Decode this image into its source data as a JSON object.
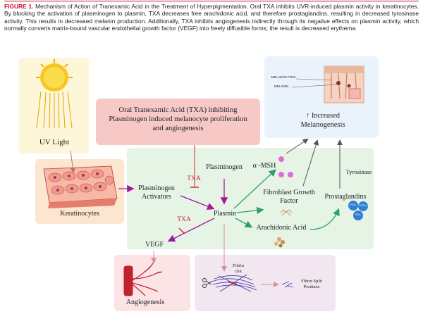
{
  "caption": {
    "figure_label": "FIGURE 1.",
    "text": "Mechanism of Action of Tranexamic Acid in the Treatment of Hyperpigmentation. Oral TXA inhibits UVR-induced plasmin activity in keratinocytes. By blocking the activation of plasminogen to plasmin, TXA decreases free arachidonic acid, and therefore prostaglandins, resulting in decreased tyrosinase activity. This results in decreased melanin production. Additionally, TXA inhibits angiogenesis indirectly through its negative effects on plasmin activity, which normally converts matrix-bound vascular endothelial growth factor (VEGF) into freely diffusible forms; the result is decreased erythema."
  },
  "diagram": {
    "uv_light": "UV Light",
    "keratinocytes": "Keratinocytes",
    "txa_box": "Oral Tranexamic Acid (TXA) inhibiting Plasminogen induced melanocyte proliferation and angiogenesis",
    "plasminogen_activators": "Plasminogen Activators",
    "plasminogen": "Plasminogen",
    "plasmin": "Plasmin",
    "txa_label_1": "TXA",
    "txa_label_2": "TXA",
    "vegf": "VEGF",
    "angiogenesis": "Angiogenesis",
    "alpha_msh": "α -MSH",
    "fibroblast_growth_factor": "Fibroblast Growth Factor",
    "arachidonic_acid": "Arachidonic Acid",
    "prostaglandins": "Prostaglandins",
    "tyrosinase": "Tyrosinase",
    "increased_melanogenesis": "↑ Increased Melanogenesis",
    "melanocytes": "MELANOCYTES",
    "melanin": "MELANIN",
    "fibrin_clot": "Fibrin clot",
    "fibrin_split_products": "Fibrin Split Products",
    "pg_1": "PGE₂",
    "pg_2": "PGF₂α",
    "pg_3": "PGI₂"
  },
  "colors": {
    "accent_red": "#c8102e",
    "arrow_green": "#2e9e6e",
    "arrow_magenta": "#a0189a",
    "arrow_gray": "#555555",
    "txa_red": "#d8262e"
  }
}
